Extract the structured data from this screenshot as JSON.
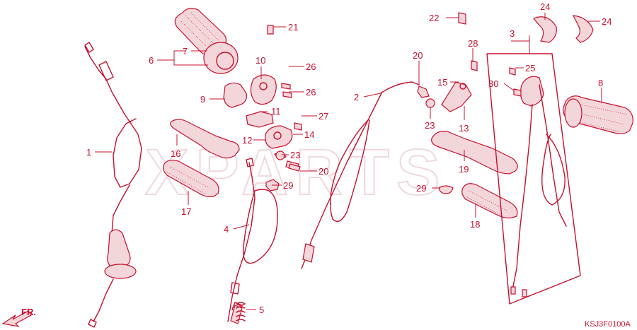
{
  "diagram": {
    "watermark": "XPARTS",
    "code": "KSJ3F0100A",
    "fr_label": "FR.",
    "labels": [
      "1",
      "2",
      "3",
      "4",
      "5",
      "6",
      "7",
      "8",
      "9",
      "10",
      "11",
      "12",
      "13",
      "14",
      "15",
      "16",
      "17",
      "18",
      "19",
      "20",
      "20",
      "21",
      "22",
      "23",
      "23",
      "24",
      "24",
      "25",
      "26",
      "26",
      "27",
      "28",
      "29",
      "29",
      "30"
    ]
  },
  "colors": {
    "line": "#c8102e",
    "tint": "#f3d6da"
  }
}
